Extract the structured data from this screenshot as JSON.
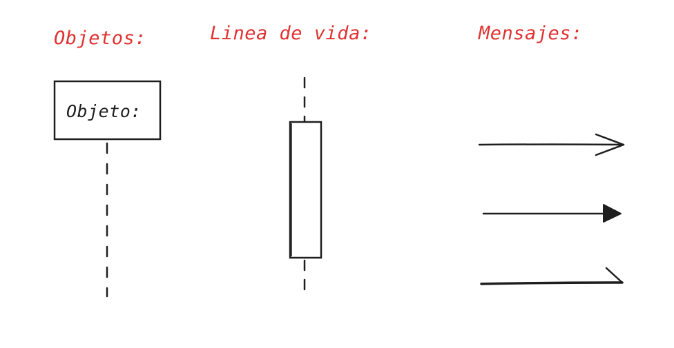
{
  "headings": {
    "objects": "Objetos:",
    "lifeline": "Linea de vida:",
    "messages": "Mensajes:"
  },
  "object_box": {
    "label": "Objeto:"
  },
  "colors": {
    "heading": "#e03131",
    "stroke": "#1e1e1e",
    "background": "#ffffff"
  }
}
